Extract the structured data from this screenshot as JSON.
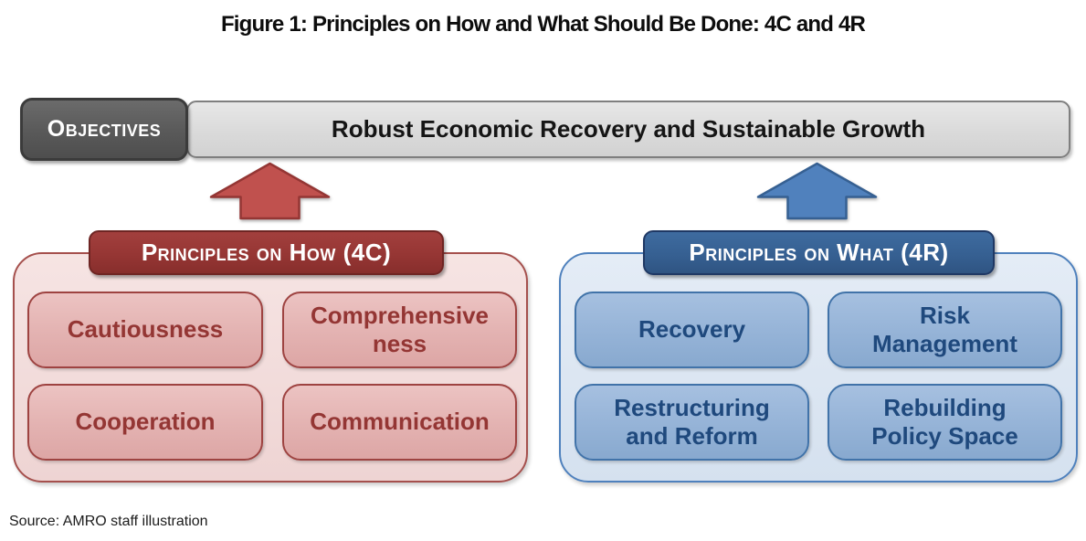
{
  "title": "Figure 1: Principles on How and What Should Be Done: 4C and 4R",
  "objectives": {
    "label": "Objectives",
    "value": "Robust Economic Recovery and Sustainable Growth"
  },
  "left": {
    "header": "Principles on How (4C)",
    "items": [
      "Cautiousness",
      "Comprehensive\nness",
      "Cooperation",
      "Communication"
    ]
  },
  "right": {
    "header": "Principles on What (4R)",
    "items": [
      "Recovery",
      "Risk\nManagement",
      "Restructuring\nand Reform",
      "Rebuilding\nPolicy Space"
    ]
  },
  "source": "Source: AMRO staff illustration",
  "colors": {
    "objectives_fill": "#595959",
    "objectives_border": "#3b3b3b",
    "bar_fill": "#d9d9d9",
    "bar_border": "#7f7f7f",
    "red_arrow_fill": "#c0514e",
    "red_arrow_border": "#943634",
    "red_header_fill": "#963634",
    "red_header_border": "#6e2523",
    "red_panel_fill": "#f2dcdb",
    "red_panel_border": "#a5504d",
    "red_box_fill": "#e3b2b1",
    "red_box_border": "#9e4341",
    "red_text": "#943634",
    "blue_arrow_fill": "#5081bd",
    "blue_arrow_border": "#366092",
    "blue_header_fill": "#366092",
    "blue_header_border": "#1f3864",
    "blue_panel_fill": "#dce6f2",
    "blue_panel_border": "#4f81bd",
    "blue_box_fill": "#95b3d7",
    "blue_box_border": "#4173a9",
    "blue_text": "#1f497d"
  }
}
